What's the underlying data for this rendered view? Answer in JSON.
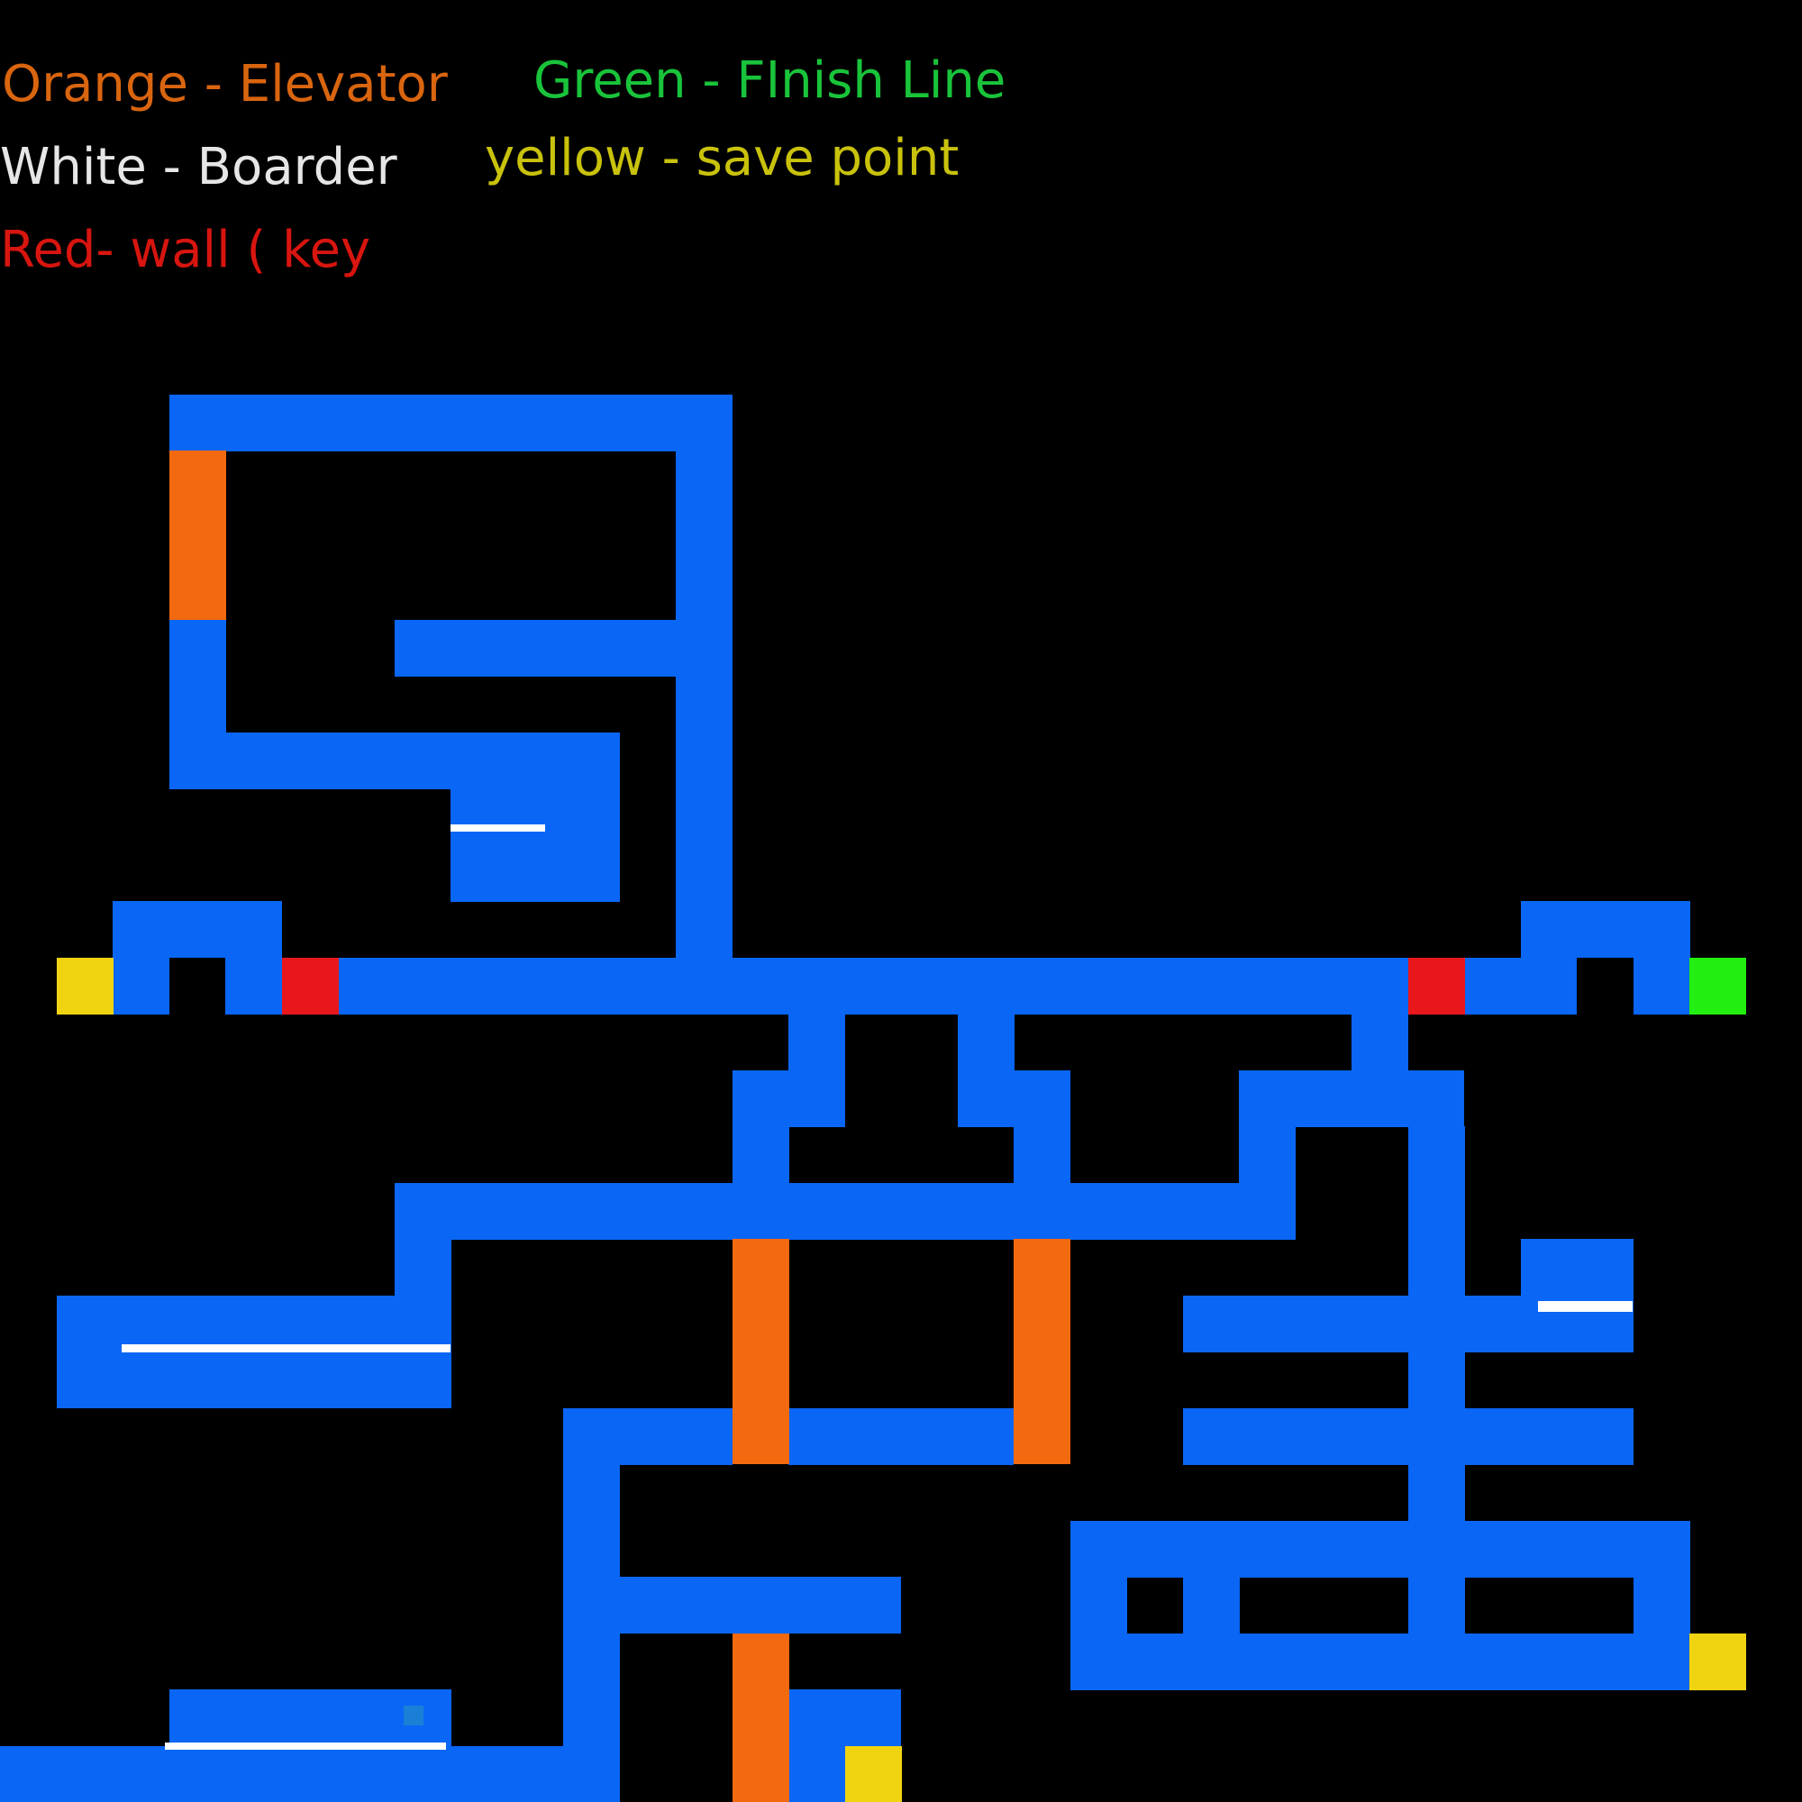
{
  "legend": {
    "elevator": "Orange - Elevator",
    "finish": "Green - FInish Line",
    "boarder": "White - Boarder",
    "save": "yellow - save point",
    "wall": "Red- wall ( key"
  },
  "colors": {
    "background": "#000000",
    "path": "#0a66f5",
    "elevator": "#f26910",
    "wall_key": "#e8171c",
    "save_point": "#f0d411",
    "finish": "#22ee11",
    "boarder": "#ffffff",
    "legend_elevator": "#d9650f",
    "legend_finish": "#19c43a",
    "legend_boarder": "#e6e6e6",
    "legend_save": "#c9c20c",
    "legend_wall": "#d8150f"
  }
}
